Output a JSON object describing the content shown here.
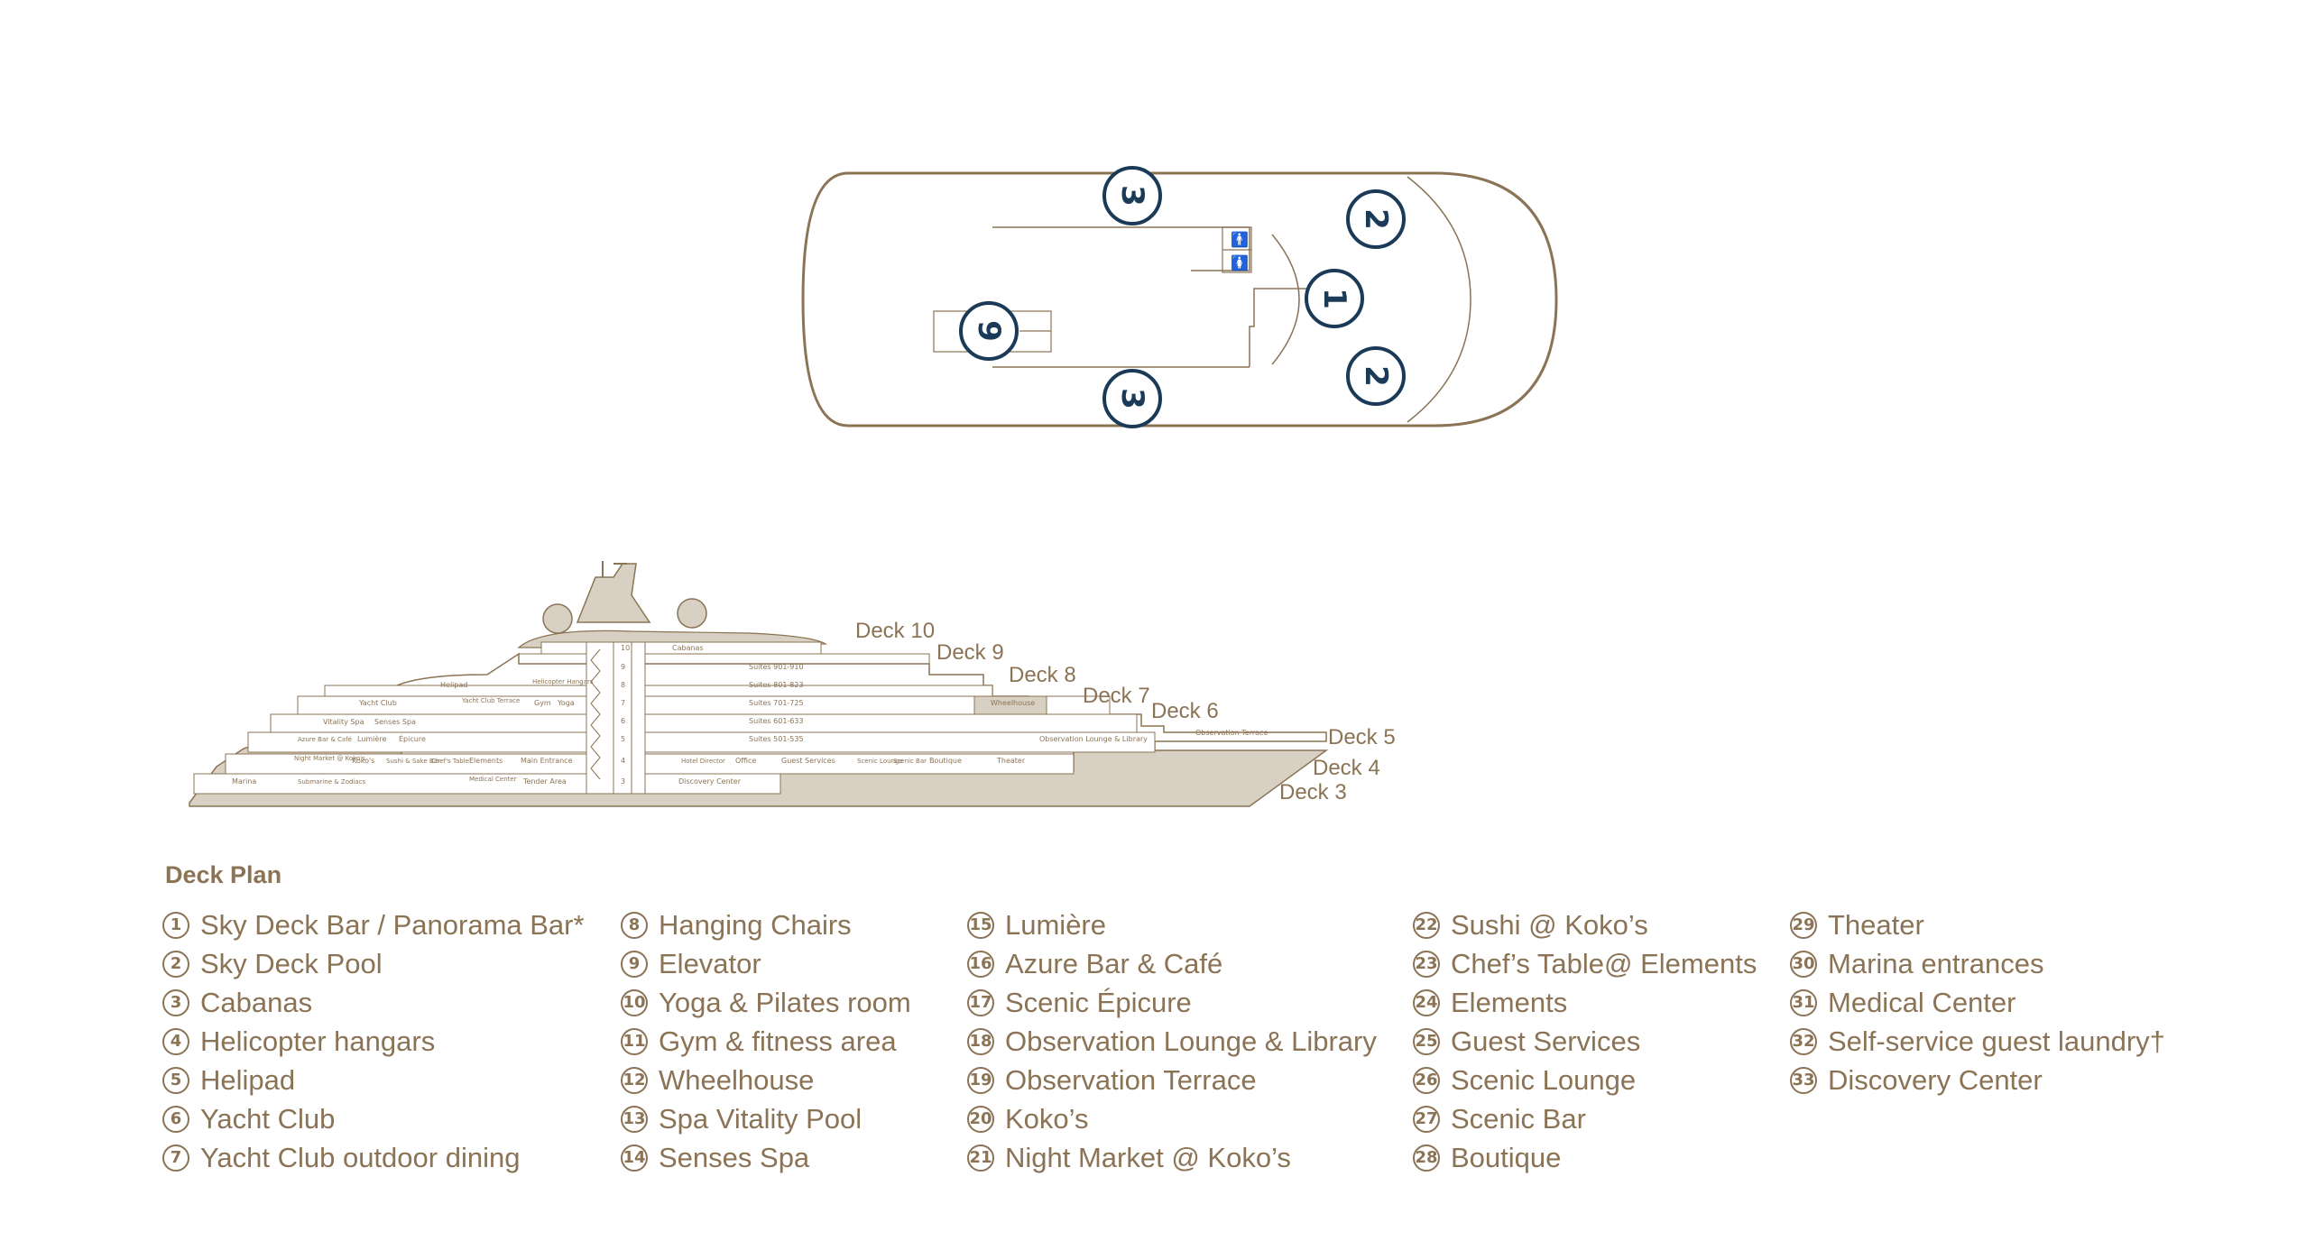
{
  "plan_markers": [
    "3",
    "2",
    "1",
    "9",
    "3",
    "2"
  ],
  "profile_rooms": {
    "cabanas": "Cabanas",
    "suites_901": "Suites 901-910",
    "suites_801": "Suites 801-823",
    "suites_701": "Suites 701-725",
    "suites_601": "Suites 601-633",
    "suites_501": "Suites 501-535",
    "helipad": "Helipad",
    "helicopter_hangars": "Helicopter Hangars",
    "yacht_club": "Yacht Club",
    "yacht_club_terrace": "Yacht Club Terrace",
    "gym": "Gym",
    "yoga": "Yoga",
    "vitality_spa": "Vitality Spa",
    "senses_spa": "Senses Spa",
    "azure": "Azure Bar & Café",
    "lumiere": "Lumière",
    "epicure": "Épicure",
    "night_market": "Night Market @ Koko's",
    "kokos": "Koko's",
    "sushi": "Sushi & Sake Bar",
    "chefs_table": "Chef's Table",
    "elements": "Elements",
    "main_entrance": "Main Entrance",
    "hotel_director": "Hotel Director",
    "office": "Office",
    "guest_services": "Guest Services",
    "scenic_lounge": "Scenic Lounge",
    "scenic_bar": "Scenic Bar",
    "boutique": "Boutique",
    "theater": "Theater",
    "marina": "Marina",
    "submarine": "Submarine & Zodiacs",
    "medical_center": "Medical Center",
    "tender_area": "Tender Area",
    "discovery_center": "Discovery Center",
    "wheelhouse": "Wheelhouse",
    "observation_lounge": "Observation Lounge & Library",
    "observation_terrace": "Observation Terrace"
  },
  "deck_numbers": [
    "10",
    "9",
    "8",
    "7",
    "6",
    "5",
    "4",
    "3"
  ],
  "deck_labels": {
    "d10": "Deck 10",
    "d9": "Deck 9",
    "d8": "Deck 8",
    "d7": "Deck 7",
    "d6": "Deck 6",
    "d5": "Deck 5",
    "d4": "Deck 4",
    "d3": "Deck 3"
  },
  "legend": {
    "title": "Deck Plan",
    "columns": [
      [
        {
          "num": "1",
          "label": "Sky Deck Bar / Panorama Bar*"
        },
        {
          "num": "2",
          "label": "Sky Deck Pool"
        },
        {
          "num": "3",
          "label": "Cabanas"
        },
        {
          "num": "4",
          "label": "Helicopter hangars"
        },
        {
          "num": "5",
          "label": "Helipad"
        },
        {
          "num": "6",
          "label": "Yacht Club"
        },
        {
          "num": "7",
          "label": "Yacht Club outdoor dining"
        }
      ],
      [
        {
          "num": "8",
          "label": "Hanging Chairs"
        },
        {
          "num": "9",
          "label": "Elevator"
        },
        {
          "num": "10",
          "label": "Yoga & Pilates room"
        },
        {
          "num": "11",
          "label": "Gym & fitness area"
        },
        {
          "num": "12",
          "label": "Wheelhouse"
        },
        {
          "num": "13",
          "label": "Spa Vitality Pool"
        },
        {
          "num": "14",
          "label": "Senses Spa"
        }
      ],
      [
        {
          "num": "15",
          "label": "Lumière"
        },
        {
          "num": "16",
          "label": "Azure Bar & Café"
        },
        {
          "num": "17",
          "label": "Scenic Épicure"
        },
        {
          "num": "18",
          "label": "Observation Lounge & Library"
        },
        {
          "num": "19",
          "label": "Observation Terrace"
        },
        {
          "num": "20",
          "label": "Koko’s"
        },
        {
          "num": "21",
          "label": "Night Market @ Koko’s"
        }
      ],
      [
        {
          "num": "22",
          "label": "Sushi @ Koko’s"
        },
        {
          "num": "23",
          "label": "Chef’s Table@ Elements"
        },
        {
          "num": "24",
          "label": "Elements"
        },
        {
          "num": "25",
          "label": "Guest Services"
        },
        {
          "num": "26",
          "label": "Scenic Lounge"
        },
        {
          "num": "27",
          "label": "Scenic Bar"
        },
        {
          "num": "28",
          "label": "Boutique"
        }
      ],
      [
        {
          "num": "29",
          "label": "Theater"
        },
        {
          "num": "30",
          "label": "Marina entrances"
        },
        {
          "num": "31",
          "label": "Medical Center"
        },
        {
          "num": "32",
          "label": "Self-service guest laundry†"
        },
        {
          "num": "33",
          "label": "Discovery Center"
        }
      ]
    ]
  }
}
